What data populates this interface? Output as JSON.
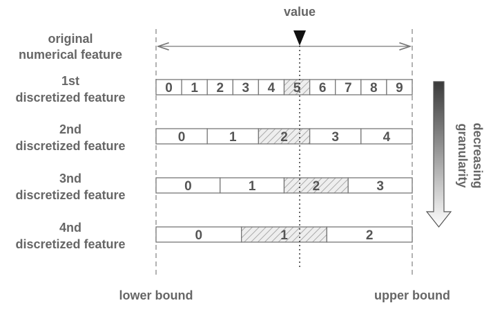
{
  "top_label": "value",
  "row_labels": [
    {
      "line1": "original",
      "line2": "numerical feature"
    },
    {
      "line1": "1st",
      "line2": "discretized feature"
    },
    {
      "line1": "2nd",
      "line2": "discretized feature"
    },
    {
      "line1": "3nd",
      "line2": "discretized feature"
    },
    {
      "line1": "4nd",
      "line2": "discretized feature"
    }
  ],
  "features": [
    {
      "bins": [
        "0",
        "1",
        "2",
        "3",
        "4",
        "5",
        "6",
        "7",
        "8",
        "9"
      ],
      "highlight_index": 5
    },
    {
      "bins": [
        "0",
        "1",
        "2",
        "3",
        "4"
      ],
      "highlight_index": 2
    },
    {
      "bins": [
        "0",
        "1",
        "2",
        "3"
      ],
      "highlight_index": 2
    },
    {
      "bins": [
        "0",
        "1",
        "2"
      ],
      "highlight_index": 1
    }
  ],
  "arrow_label": {
    "line1": "decreasing",
    "line2": "granularity"
  },
  "bound_labels": {
    "lower": "lower bound",
    "upper": "upper bound"
  },
  "colors": {
    "text": "#666666",
    "outline": "#777777",
    "hatch": "#aaaaaa"
  }
}
